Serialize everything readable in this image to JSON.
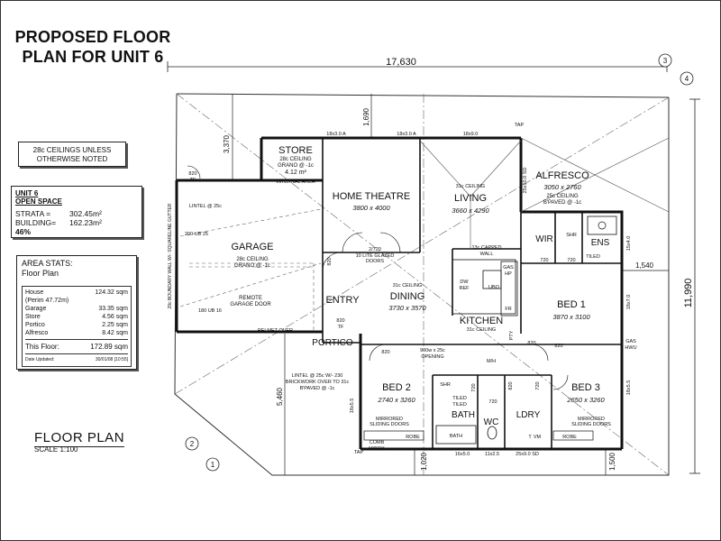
{
  "title": {
    "line1": "PROPOSED FLOOR",
    "line2": "PLAN FOR UNIT 6"
  },
  "ceiling_note": {
    "line1": "28c CEILINGS UNLESS",
    "line2": "OTHERWISE NOTED"
  },
  "unit_summary": {
    "heading1": "UNIT 6",
    "heading2": "OPEN SPACE",
    "strata_label": "STRATA   =",
    "strata_value": "302.45m²",
    "building_label": "BUILDING=",
    "building_value": "162.23m²",
    "percent": "46%"
  },
  "area_stats": {
    "heading1": "AREA STATS:",
    "heading2": "Floor Plan",
    "rows": [
      {
        "label": "House",
        "value": "124.32 sqm"
      },
      {
        "label": "(Perim   47.72m)",
        "value": ""
      },
      {
        "label": "Garage",
        "value": "33.35 sqm"
      },
      {
        "label": "Store",
        "value": "4.56 sqm"
      },
      {
        "label": "Portico",
        "value": "2.25 sqm"
      },
      {
        "label": "Alfresco",
        "value": "8.42 sqm"
      }
    ],
    "total_label": "This Floor:",
    "total_value": "172.89 sqm",
    "date_label": "Date Updated:",
    "date_value": "30/01/08 [10:55]"
  },
  "legend": {
    "title": "FLOOR PLAN",
    "scale": "SCALE 1:100"
  },
  "dimensions": {
    "overall_width": "17,630",
    "overall_depth": "11,990",
    "d_3370": "3,370",
    "d_1690": "1,690",
    "d_1540": "1,540",
    "d_5460": "5,460",
    "d_1020": "1,020",
    "d_1500": "1,500"
  },
  "markers": {
    "m1": "1",
    "m2": "2",
    "m3": "3",
    "m4": "4"
  },
  "rooms": {
    "store": {
      "name": "STORE",
      "l1": "28c CEILING",
      "l2": "GRANO @ -1c",
      "l3": "4.12 m²",
      "l4": "INTERNAL AREA"
    },
    "home_theatre": {
      "name": "HOME THEATRE",
      "size": "3800 x 4000"
    },
    "living": {
      "name": "LIVING",
      "size": "3660 x 4290",
      "ceiling": "31c CEILING"
    },
    "alfresco": {
      "name": "ALFRESCO",
      "size": "3050 x 2760",
      "l1": "25c CEILING",
      "l2": "B'PAVED @ -1c"
    },
    "garage": {
      "name": "GARAGE",
      "l1": "28c CEILING",
      "l2": "GRANO @ -1c",
      "door1": "REMOTE",
      "door2": "GARAGE DOOR"
    },
    "entry": {
      "name": "ENTRY"
    },
    "dining": {
      "name": "DINING",
      "size": "3730 x 3570",
      "ceiling": "31c CEILING"
    },
    "kitchen": {
      "name": "KITCHEN",
      "ceiling": "31c CEILING"
    },
    "bed1": {
      "name": "BED 1",
      "size": "3870 x 3100"
    },
    "wir": {
      "name": "WIR"
    },
    "ens": {
      "name": "ENS",
      "tiled": "TILED"
    },
    "portico": {
      "name": "PORTICO"
    },
    "bed2": {
      "name": "BED 2",
      "size": "2740 x 3260",
      "robe1": "MIRRORED",
      "robe2": "SLIDING DOORS"
    },
    "bed3": {
      "name": "BED 3",
      "size": "2650 x 3260",
      "robe1": "MIRRORED",
      "robe2": "SLIDING DOORS"
    },
    "bath": {
      "name": "BATH",
      "tiled": "TILED",
      "bath_label": "BATH"
    },
    "wc": {
      "name": "WC"
    },
    "ldry": {
      "name": "LDRY"
    }
  },
  "labels": {
    "tf1": "820",
    "tf1b": "TF",
    "lintel25c": "LINTEL @ 25c",
    "ub200": "200 UB 25",
    "boundary": "29c BOUNDARY WALL W/- SQUARELINE GUTTER",
    "ub180": "180 UB 16",
    "pelmet": "PELMET OVER",
    "tf2": "820",
    "tf2b": "TF",
    "doors_820": "820",
    "doors_2720": "2/720",
    "glazed": "10 LITE GLAZED",
    "glazed2": "DOORS",
    "capped1": "13c CAPPED",
    "capped2": "WALL",
    "win_top1": "18x3.0 A",
    "win_top2": "18x3.0 A",
    "win_top3": "18x9.0",
    "win_sd": "25x10.0 SD",
    "tap1": "TAP",
    "tap2": "TAP",
    "gas": "GAS",
    "hp": "HP",
    "ubo": "UBO",
    "dw": "DW",
    "ref": "REF",
    "fr": "FR",
    "pty": "PTY",
    "opening": "900w x 25c",
    "opening2": "OPENING",
    "mh": "M/H",
    "lintel_bw1": "LINTEL @ 25c W/- 230",
    "lintel_bw2": "BRICKWORK OVER TO 31c",
    "lintel_bw3": "B'PAVED @ -1c",
    "comb": "COMB",
    "mbox": "M/BOX",
    "robe": "ROBE",
    "robe2": "ROBE",
    "shr": "SHR",
    "shr2": "SHR",
    "tiled2": "TILED",
    "vm": "VM",
    "t": "T",
    "gas_hwu1": "GAS",
    "gas_hwu2": "HWU",
    "d720a": "720",
    "d720b": "720",
    "d720c": "720",
    "d720d": "720",
    "d720e": "720",
    "d820a": "820",
    "d820b": "820",
    "d820c": "820",
    "d820d": "820",
    "w_16x5": "16x5.0",
    "w_11x25": "11x2.5",
    "w_25x9sd": "25x9.0 SD",
    "w_15x4": "15x4.0",
    "w_18x70": "18x7.0",
    "w_18x55a": "18x5.5",
    "w_18x55b": "18x5.5"
  }
}
